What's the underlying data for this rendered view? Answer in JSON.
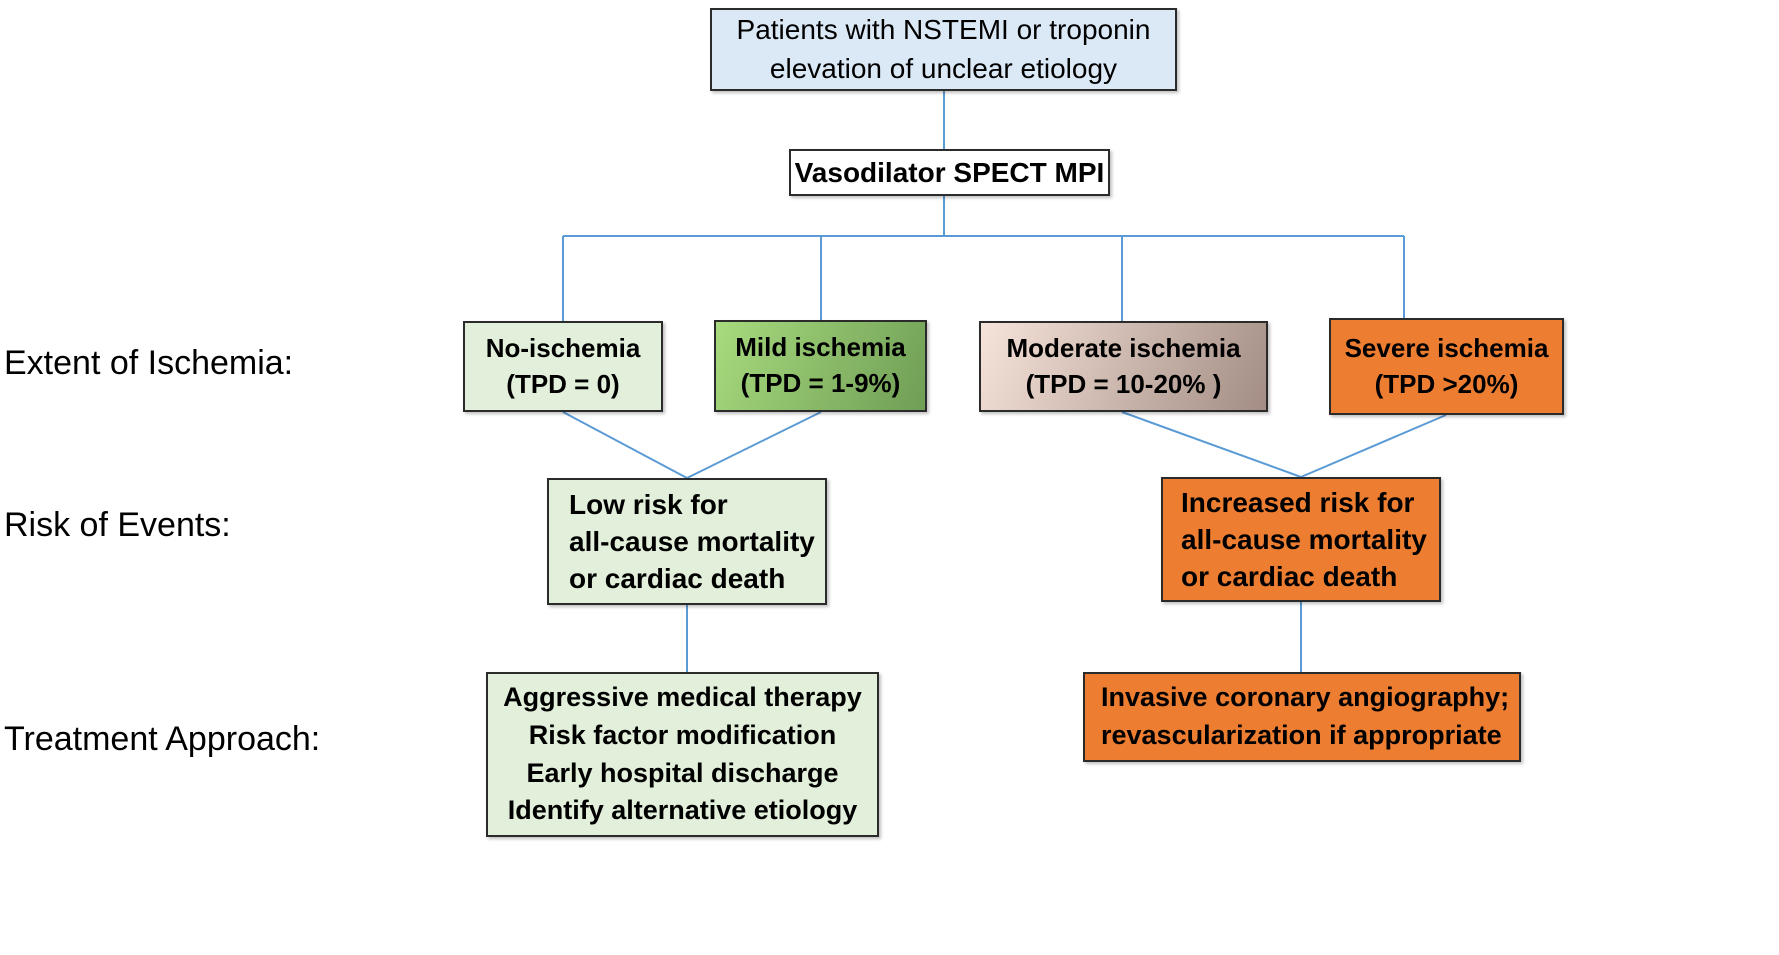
{
  "labels": {
    "extent": "Extent of Ischemia:",
    "risk": "Risk of Events:",
    "treatment": "Treatment Approach:"
  },
  "nodes": {
    "patients": "Patients with NSTEMI or troponin\nelevation of unclear etiology",
    "spect": "Vasodilator SPECT MPI",
    "no_ischemia": "No-ischemia\n(TPD = 0)",
    "mild_ischemia": "Mild ischemia\n(TPD = 1-9%)",
    "moderate_ischemia": "Moderate ischemia\n(TPD = 10-20% )",
    "severe_ischemia": "Severe ischemia\n(TPD >20%)",
    "low_risk": "Low risk for\nall-cause mortality\nor cardiac death",
    "increased_risk": "Increased risk for\nall-cause mortality\nor cardiac death",
    "low_risk_treatment": "Aggressive medical therapy\nRisk factor modification\nEarly hospital discharge\nIdentify alternative etiology",
    "increased_risk_treatment": "Invasive coronary angiography;\nrevascularization if appropriate"
  },
  "colors": {
    "box_border": "#2b2b2b",
    "text": "#000000",
    "light_blue": "#dbe9f6",
    "white": "#ffffff",
    "light_green": "#e2efda",
    "mild_gradient_start": "#a8da7e",
    "mild_gradient_end": "#6f9e55",
    "moderate_gradient_start": "#f6e3d9",
    "moderate_gradient_end": "#a38d84",
    "orange": "#ed7d31",
    "connector_blue": "#5b9bd5"
  }
}
